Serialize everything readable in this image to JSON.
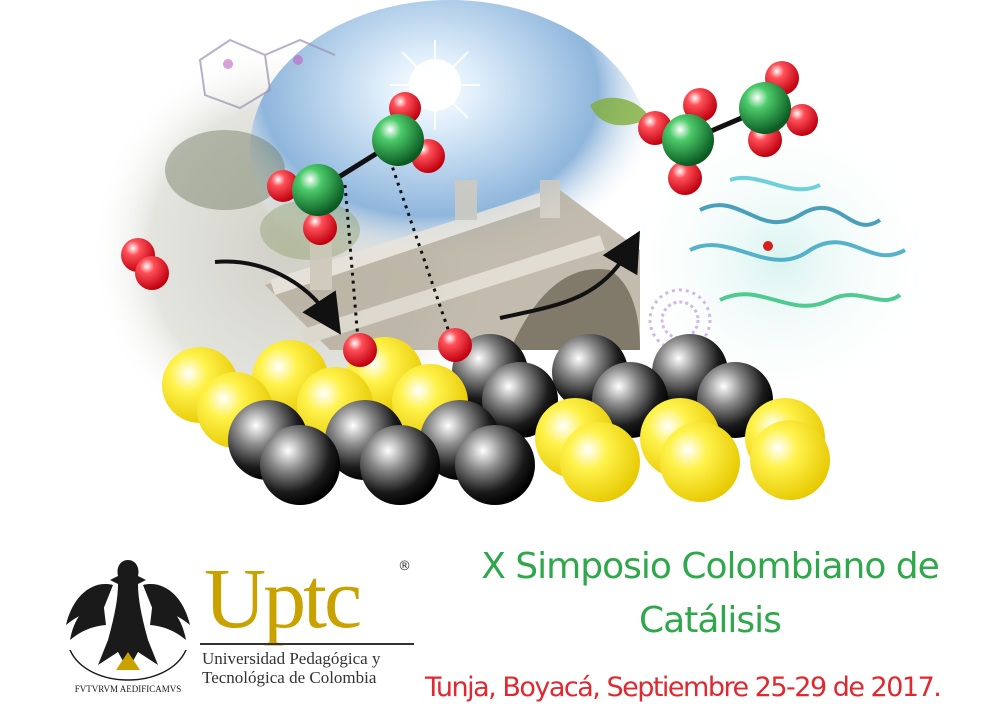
{
  "event": {
    "title_line1": "X Simposio Colombiano de",
    "title_line2": "Catálisis",
    "location_dates": "Tunja, Boyacá, Septiembre 25-29 de 2017."
  },
  "university": {
    "acronym": "Uptc",
    "registered_mark": "®",
    "name_line1": "Universidad Pedagógica y",
    "name_line2": "Tecnológica de Colombia",
    "crest_motto": "FVTVRVM AEDIFICAMVS"
  },
  "colors": {
    "title": "#2ea84a",
    "subtitle": "#e0282f",
    "uptc_gold": "#c9a200",
    "atom_yellow": "#ffee00",
    "atom_black": "#111111",
    "oxygen_red": "#e8141e",
    "metal_green": "#1a8a3a"
  },
  "icons": [
    "eagle-crest-icon",
    "catalyst-surface-icon",
    "molecule-icon",
    "arrow-icon"
  ]
}
